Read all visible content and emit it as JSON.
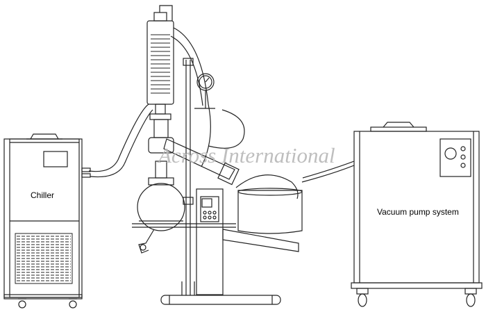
{
  "labels": {
    "chiller": "Chiller",
    "vacuum_pump": "Vacuum pump system"
  },
  "watermark": "Across International",
  "colors": {
    "line": "#222222",
    "watermark": "#b8b8b8",
    "background": "#ffffff"
  }
}
